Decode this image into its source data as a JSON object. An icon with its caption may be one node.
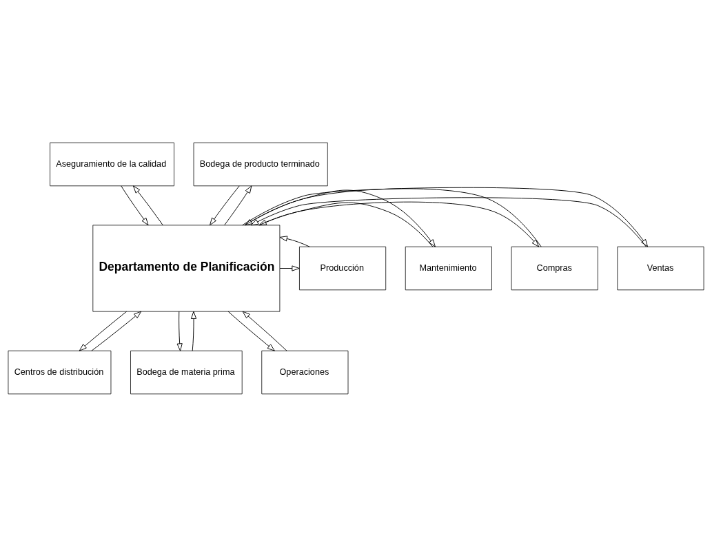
{
  "diagram": {
    "nodes": [
      {
        "text": [
          "Aseguramiento de la calidad"
        ]
      },
      {
        "text": [
          "Bodega de producto terminado"
        ]
      },
      {
        "text": [
          "Compras"
        ]
      },
      {
        "text": [
          "Departamento de Planificación"
        ]
      },
      {
        "text": [
          "Producción"
        ]
      },
      {
        "text": [
          "Ventas"
        ]
      },
      {
        "text": [
          "Mantenimiento"
        ]
      },
      {
        "text": [
          "Centros de distribución"
        ]
      },
      {
        "text": [
          "Bodega de materia prima"
        ]
      },
      {
        "text": [
          "Operaciones"
        ]
      }
    ],
    "edges": [
      {
        "from": 0,
        "to": 3,
        "arrow": "to"
      },
      {
        "from": 3,
        "to": 0,
        "arrow": "to"
      },
      {
        "from": 3,
        "to": 1,
        "arrow": "to"
      },
      {
        "from": 1,
        "to": 3,
        "arrow": "to"
      },
      {
        "from": 3,
        "to": 2,
        "arrow": "to"
      },
      {
        "from": 2,
        "to": 3,
        "arrow": "to"
      },
      {
        "from": 3,
        "to": 4,
        "arrow": "to"
      },
      {
        "from": 4,
        "to": 3,
        "arrow": "to"
      },
      {
        "from": 5,
        "to": 3,
        "arrow": "to"
      },
      {
        "from": 3,
        "to": 5,
        "arrow": "to"
      },
      {
        "from": 6,
        "to": 3,
        "arrow": "to"
      },
      {
        "from": 3,
        "to": 6,
        "arrow": "to"
      },
      {
        "from": 3,
        "to": 7,
        "arrow": "to"
      },
      {
        "from": 7,
        "to": 3,
        "arrow": "to"
      },
      {
        "from": 3,
        "to": 8,
        "arrow": "to"
      },
      {
        "from": 8,
        "to": 3,
        "arrow": "to"
      },
      {
        "from": 3,
        "to": 9,
        "arrow": "to"
      },
      {
        "from": 9,
        "to": 3,
        "arrow": "to"
      }
    ]
  }
}
